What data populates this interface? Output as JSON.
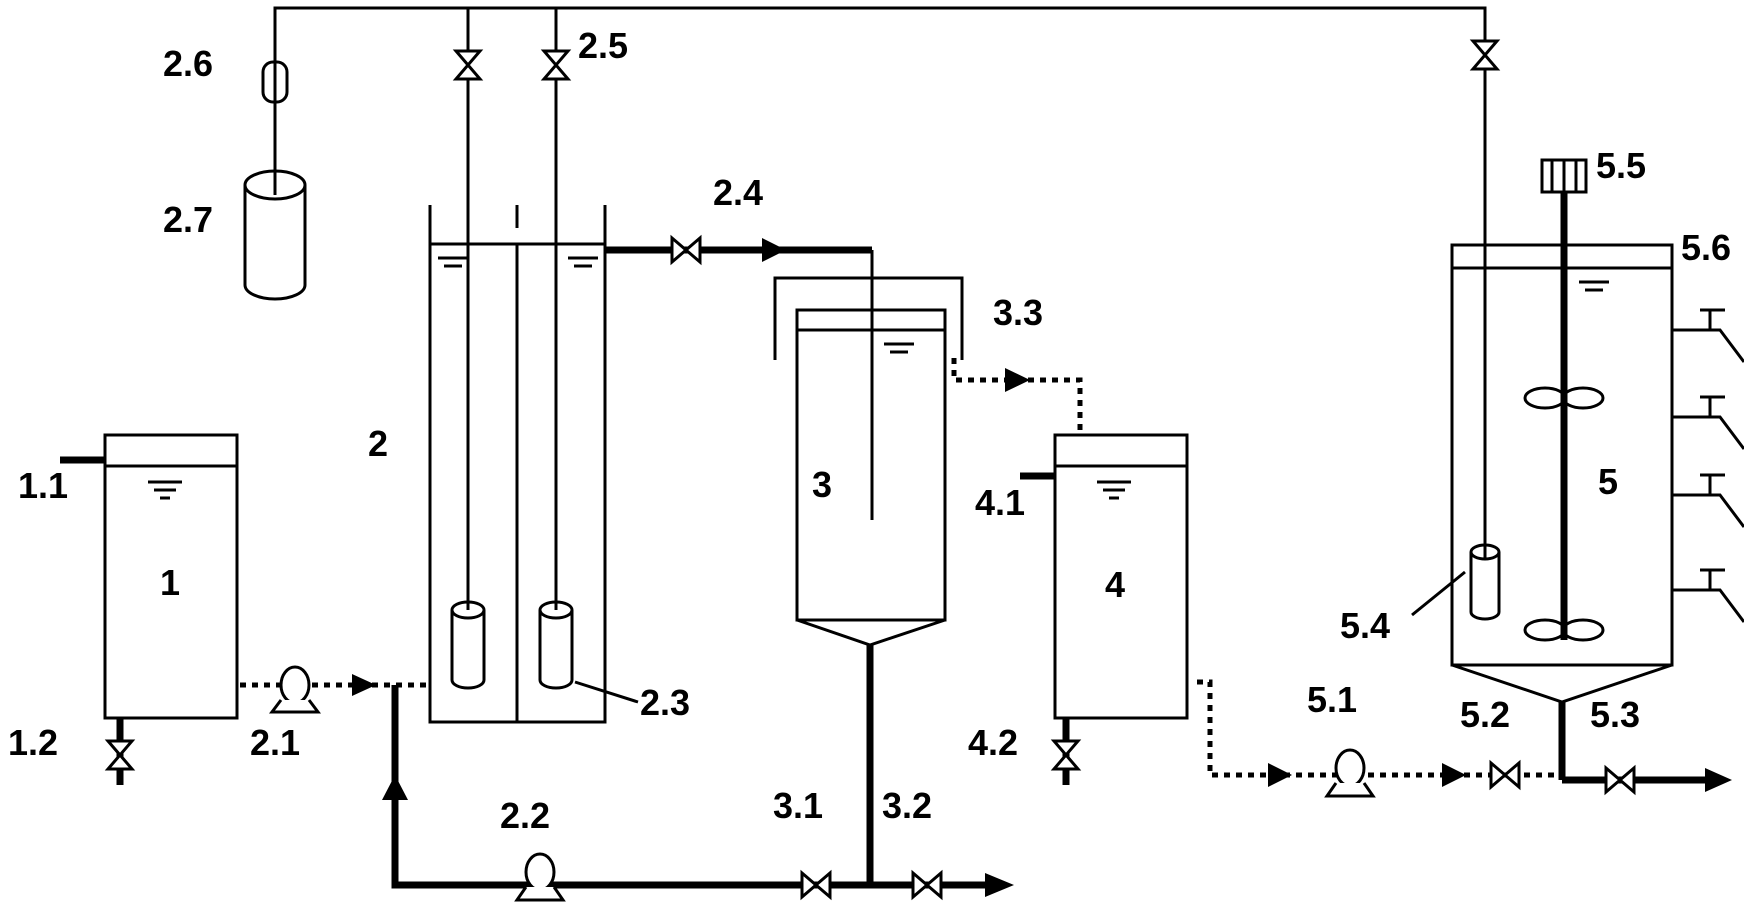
{
  "labels": {
    "l1": "1",
    "l1_1": "1.1",
    "l1_2": "1.2",
    "l2": "2",
    "l2_1": "2.1",
    "l2_2": "2.2",
    "l2_3": "2.3",
    "l2_4": "2.4",
    "l2_5": "2.5",
    "l2_6": "2.6",
    "l2_7": "2.7",
    "l3": "3",
    "l3_1": "3.1",
    "l3_2": "3.2",
    "l3_3": "3.3",
    "l4": "4",
    "l4_1": "4.1",
    "l4_2": "4.2",
    "l5": "5",
    "l5_1": "5.1",
    "l5_2": "5.2",
    "l5_3": "5.3",
    "l5_4": "5.4",
    "l5_5": "5.5",
    "l5_6": "5.6"
  }
}
